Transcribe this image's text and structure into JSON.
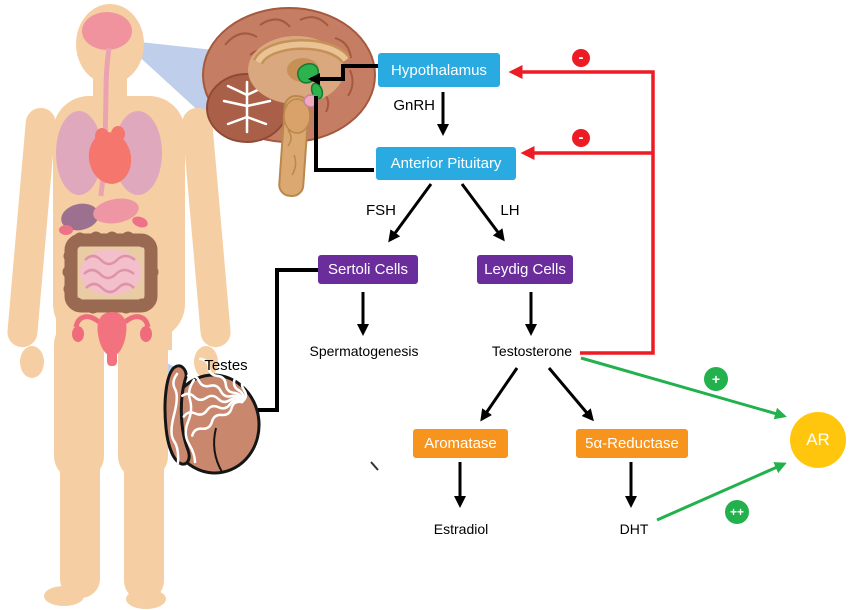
{
  "figure": {
    "type": "biology-pathway-diagram",
    "title_implied": "Hypothalamic-Pituitary-Gonadal axis regulation of testosterone"
  },
  "nodes": {
    "hypothalamus": {
      "label": "Hypothalamus",
      "color": "#29ABE2"
    },
    "anterior_pituitary": {
      "label": "Anterior Pituitary",
      "color": "#29ABE2"
    },
    "sertoli": {
      "label": "Sertoli Cells",
      "color": "#6C2D9C"
    },
    "leydig": {
      "label": "Leydig Cells",
      "color": "#6C2D9C"
    },
    "aromatase": {
      "label": "Aromatase",
      "color": "#F7941E"
    },
    "reductase": {
      "label": "5α-Reductase",
      "color": "#F7941E"
    },
    "ar": {
      "label": "AR",
      "color": "#FFC60D"
    }
  },
  "labels": {
    "gnrh": "GnRH",
    "fsh": "FSH",
    "lh": "LH",
    "spermatogenesis": "Spermatogenesis",
    "testosterone": "Testosterone",
    "estradiol": "Estradiol",
    "dht": "DHT"
  },
  "anatomy": {
    "testes_label": "Testes",
    "illustrations": [
      "human-body-with-organs",
      "sagittal-brain-with-hypothalamus-pituitary-highlighted",
      "testis-cross-section"
    ]
  },
  "badges": {
    "negative_1": "-",
    "negative_2": "-",
    "positive": "+",
    "double_positive": "++"
  },
  "edges": [
    {
      "from": "Hypothalamus",
      "to": "Anterior Pituitary",
      "via": "GnRH",
      "color": "black"
    },
    {
      "from": "Anterior Pituitary",
      "to": "Sertoli Cells",
      "via": "FSH",
      "color": "black"
    },
    {
      "from": "Anterior Pituitary",
      "to": "Leydig Cells",
      "via": "LH",
      "color": "black"
    },
    {
      "from": "Sertoli Cells",
      "to": "Spermatogenesis",
      "color": "black"
    },
    {
      "from": "Leydig Cells",
      "to": "Testosterone",
      "color": "black"
    },
    {
      "from": "Testosterone",
      "to": "Aromatase",
      "color": "black"
    },
    {
      "from": "Testosterone",
      "to": "5α-Reductase",
      "color": "black"
    },
    {
      "from": "Aromatase",
      "to": "Estradiol",
      "color": "black"
    },
    {
      "from": "5α-Reductase",
      "to": "DHT",
      "color": "black"
    },
    {
      "from": "Testosterone",
      "to": "Hypothalamus",
      "sign": "-",
      "color": "red"
    },
    {
      "from": "Testosterone",
      "to": "Anterior Pituitary",
      "sign": "-",
      "color": "red"
    },
    {
      "from": "Testosterone",
      "to": "AR",
      "sign": "+",
      "color": "green"
    },
    {
      "from": "DHT",
      "to": "AR",
      "sign": "++",
      "color": "green"
    }
  ],
  "colors": {
    "box_blue": "#29ABE2",
    "box_purple": "#6C2D9C",
    "box_orange": "#F7941E",
    "ar_yellow": "#FFC60D",
    "feedback_red": "#ED1C24",
    "stimulate_green": "#22B14C",
    "skin": "#F6CEA3",
    "zoom_cone_blue": "#BCCBE9"
  }
}
